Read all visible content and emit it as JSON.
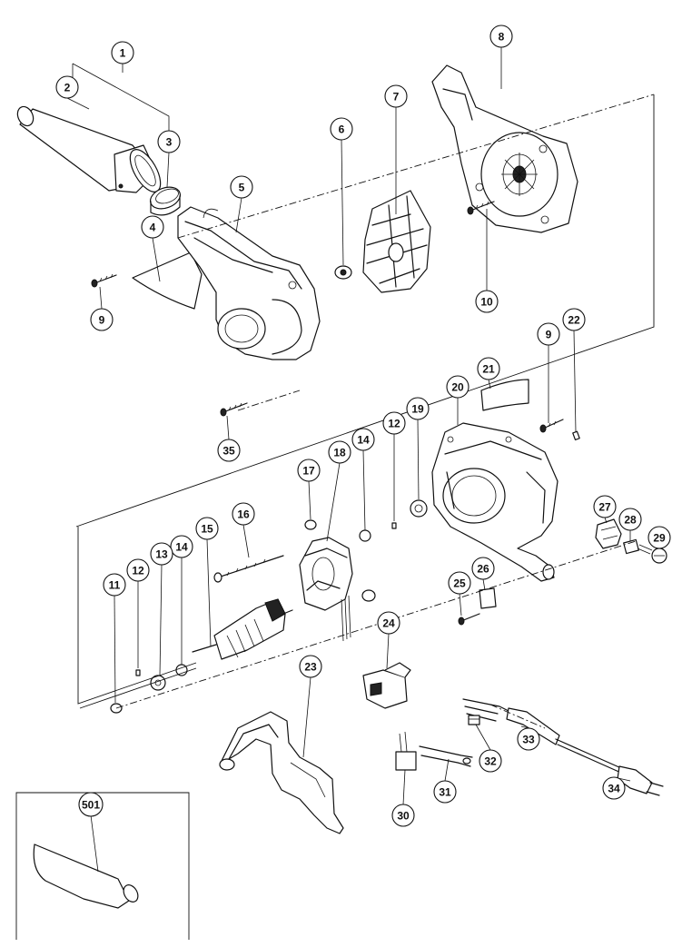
{
  "callouts": [
    {
      "id": "c1",
      "label": "1"
    },
    {
      "id": "c2",
      "label": "2"
    },
    {
      "id": "c3",
      "label": "3"
    },
    {
      "id": "c4",
      "label": "4"
    },
    {
      "id": "c5",
      "label": "5"
    },
    {
      "id": "c6",
      "label": "6"
    },
    {
      "id": "c7",
      "label": "7"
    },
    {
      "id": "c8",
      "label": "8"
    },
    {
      "id": "c9a",
      "label": "9"
    },
    {
      "id": "c10",
      "label": "10"
    },
    {
      "id": "c9b",
      "label": "9"
    },
    {
      "id": "c22",
      "label": "22"
    },
    {
      "id": "c21",
      "label": "21"
    },
    {
      "id": "c20",
      "label": "20"
    },
    {
      "id": "c19",
      "label": "19"
    },
    {
      "id": "c12a",
      "label": "12"
    },
    {
      "id": "c14a",
      "label": "14"
    },
    {
      "id": "c18",
      "label": "18"
    },
    {
      "id": "c17",
      "label": "17"
    },
    {
      "id": "c35",
      "label": "35"
    },
    {
      "id": "c16",
      "label": "16"
    },
    {
      "id": "c15",
      "label": "15"
    },
    {
      "id": "c14b",
      "label": "14"
    },
    {
      "id": "c13",
      "label": "13"
    },
    {
      "id": "c12b",
      "label": "12"
    },
    {
      "id": "c11",
      "label": "11"
    },
    {
      "id": "c27",
      "label": "27"
    },
    {
      "id": "c28",
      "label": "28"
    },
    {
      "id": "c29",
      "label": "29"
    },
    {
      "id": "c26",
      "label": "26"
    },
    {
      "id": "c25",
      "label": "25"
    },
    {
      "id": "c24",
      "label": "24"
    },
    {
      "id": "c23",
      "label": "23"
    },
    {
      "id": "c33",
      "label": "33"
    },
    {
      "id": "c32",
      "label": "32"
    },
    {
      "id": "c34",
      "label": "34"
    },
    {
      "id": "c31",
      "label": "31"
    },
    {
      "id": "c30",
      "label": "30"
    },
    {
      "id": "c501",
      "label": "501"
    }
  ]
}
